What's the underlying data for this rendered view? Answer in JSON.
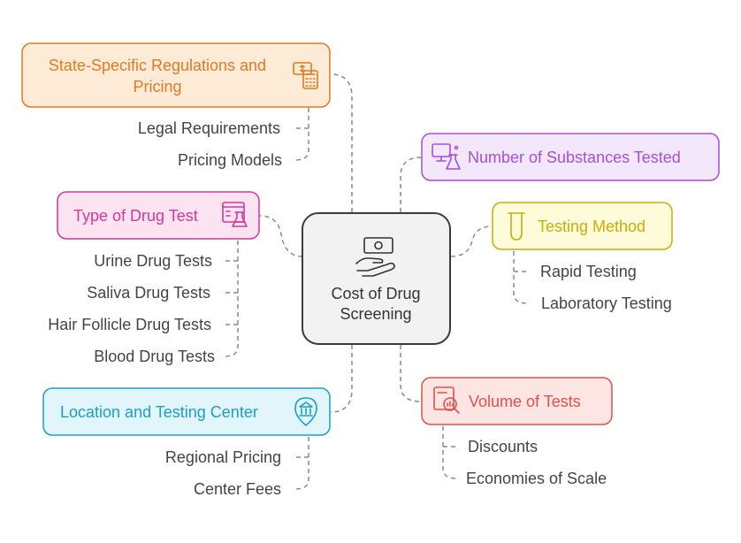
{
  "center": {
    "title_line1": "Cost of Drug",
    "title_line2": "Screening",
    "icon": "money-hand-icon"
  },
  "branches": {
    "state": {
      "label_line1": "State-Specific Regulations and",
      "label_line2": "Pricing",
      "icon": "cash-calculator-icon",
      "color": "#e07b22",
      "fill": "#fdebd8",
      "items": [
        "Legal Requirements",
        "Pricing Models"
      ]
    },
    "type": {
      "label": "Type of Drug Test",
      "icon": "lab-report-icon",
      "color": "#d6379a",
      "fill": "#fbe3f1",
      "items": [
        "Urine Drug Tests",
        "Saliva Drug Tests",
        "Hair Follicle Drug Tests",
        "Blood Drug Tests"
      ]
    },
    "location": {
      "label": "Location and Testing Center",
      "icon": "bank-pin-icon",
      "color": "#1c9dc8",
      "fill": "#e2f5fb",
      "items": [
        "Regional Pricing",
        "Center Fees"
      ]
    },
    "substances": {
      "label": "Number of Substances Tested",
      "icon": "computer-flask-icon",
      "color": "#a64fd8",
      "fill": "#f3e7fb",
      "items": []
    },
    "method": {
      "label": "Testing Method",
      "icon": "test-tube-icon",
      "color": "#c9ad0a",
      "fill": "#fdfbd9",
      "items": [
        "Rapid Testing",
        "Laboratory Testing"
      ]
    },
    "volume": {
      "label": "Volume of Tests",
      "icon": "data-search-icon",
      "color": "#e2504a",
      "fill": "#fce5e3",
      "items": [
        "Discounts",
        "Economies of Scale"
      ]
    }
  }
}
